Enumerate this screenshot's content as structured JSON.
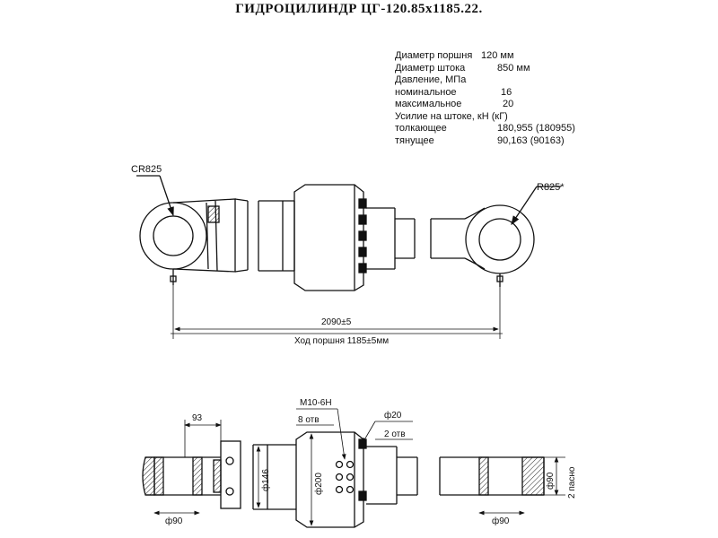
{
  "title": "ГИДРОЦИЛИНДР ЦГ-120.85x1185.22.",
  "specs": [
    {
      "label": "Диаметр поршня",
      "value": "120 мм"
    },
    {
      "label": "Диаметр штока",
      "value": "850 мм"
    },
    {
      "label": "Давление, МПа",
      "value": ""
    },
    {
      "label": "номинальное",
      "value": "16"
    },
    {
      "label": "максимальное",
      "value": "20"
    },
    {
      "label": "Усилие на штоке, кН (кГ)",
      "value": ""
    },
    {
      "label": "толкающее",
      "value": "180,955 (180955)"
    },
    {
      "label": "тянущее",
      "value": "90,163 (90163)"
    }
  ],
  "top_view": {
    "radius_left": "СR825",
    "radius_right": "R825*",
    "length": "2090±5",
    "stroke": "Ход поршня 1185±5мм"
  },
  "bottom_view": {
    "dim_93": "93",
    "dia_90_left": "ф90",
    "dia_146": "ф146",
    "dia_200": "ф200",
    "thread": "M10-6H",
    "thread_count": "8 отв",
    "dia_20": "ф20",
    "holes_count": "2 отв",
    "dia_90_right": "ф90",
    "dia_90_vertical": "ф90",
    "two_holes": "2 пасно"
  }
}
